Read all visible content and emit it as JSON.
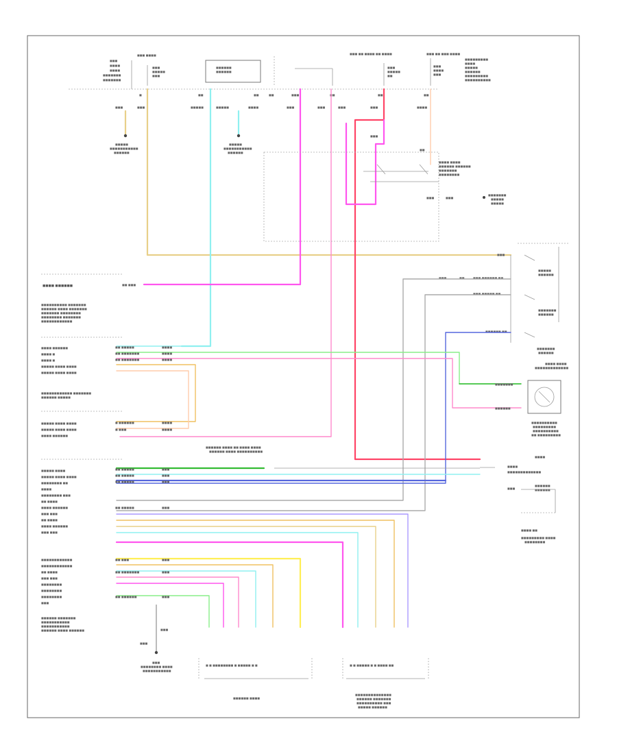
{
  "colors": {
    "tan": "#e8d089",
    "cyan": "#8ff0f0",
    "magenta": "#ff55ee",
    "pink": "#ff88cc",
    "red": "#ff4466",
    "peach": "#ffccaa",
    "green": "#88ee88",
    "dkgreen": "#33bb33",
    "blue": "#5566dd",
    "violet": "#aa99ff",
    "yellow": "#ffee55",
    "orange": "#f0c060",
    "gray": "#aaaaaa",
    "black": "#555555"
  },
  "footer_code": "",
  "sections": {
    "stoplamp": "STOPLAMP SW",
    "stoplamp2": "BRAKE LAMP SWITCH",
    "shift_solenoid": "SHIFT SOLENOID",
    "pnp": "PARK/NEUTRAL POSITION SWITCH",
    "tcm": "TRANSMISSION CONTROL MODULE (TCM)",
    "ecm": "ENGINE CONTROL MODULE (ECM)",
    "throttle": "THROTTLE BODY",
    "apps": "ACCELERATOR PEDAL POSITION SENSOR",
    "ground": "GROUND G1",
    "data_link": "DATA LINK CONNECTOR",
    "fuse": "FUSE BLOCK",
    "sensor": "TEMP SENSOR",
    "hot_in_run": "HOT IN RUN",
    "hot_at_all": "HOT AT ALL TIMES"
  }
}
